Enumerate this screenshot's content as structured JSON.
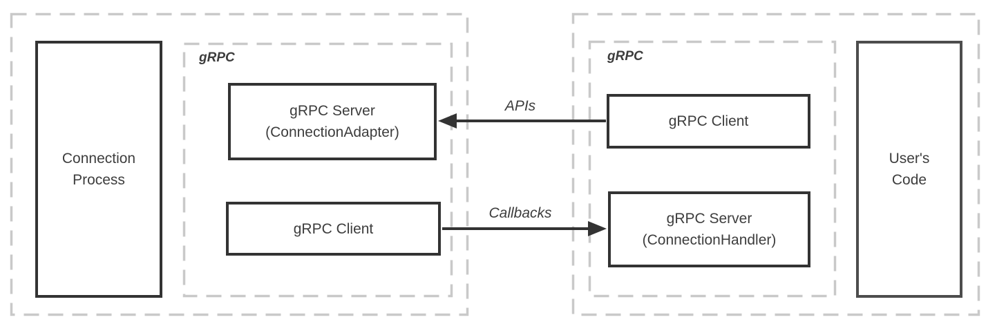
{
  "diagram": {
    "left_group": {
      "process_box": {
        "lines": [
          "Connection",
          "Process"
        ]
      },
      "grpc_label": "gRPC",
      "server_box": {
        "lines": [
          "gRPC Server",
          "(ConnectionAdapter)"
        ]
      },
      "client_box": {
        "label": "gRPC Client"
      }
    },
    "right_group": {
      "grpc_label": "gRPC",
      "client_box": {
        "label": "gRPC Client"
      },
      "server_box": {
        "lines": [
          "gRPC Server",
          "(ConnectionHandler)"
        ]
      },
      "code_box": {
        "lines": [
          "User's",
          "Code"
        ]
      }
    },
    "arrows": {
      "apis": {
        "label": "APIs",
        "direction": "left"
      },
      "callbacks": {
        "label": "Callbacks",
        "direction": "right"
      }
    },
    "colors": {
      "box_border": "#333333",
      "code_box_border": "#4d4d4d",
      "dashed_border": "#c9c9c9",
      "text": "#3d3d3d",
      "arrow": "#333333",
      "background": "#ffffff"
    }
  }
}
